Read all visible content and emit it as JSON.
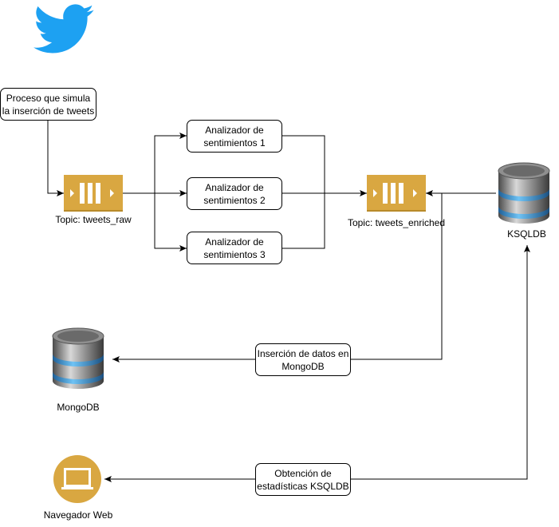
{
  "logo": {
    "icon": "twitter-bird-icon",
    "color": "#1DA1F2"
  },
  "nodes": {
    "producer": "Proceso que simula\nla inserción de tweets",
    "analyzer1": "Analizador de\nsentimientos 1",
    "analyzer2": "Analizador de\nsentimientos 2",
    "analyzer3": "Analizador de\nsentimientos 3",
    "mongo_insert": "Inserción de datos en\nMongoDB",
    "stats": "Obtención de\nestadísticas KSQLDB"
  },
  "labels": {
    "topic_raw": "Topic: tweets_raw",
    "topic_enriched": "Topic: tweets_enriched",
    "ksqldb": "KSQLDB",
    "mongodb": "MongoDB",
    "browser": "Navegador Web"
  },
  "colors": {
    "queue": "#D9A741",
    "queue_dark": "#B88A2A",
    "db_band": "#3FA0E0",
    "browser": "#D9A741"
  }
}
